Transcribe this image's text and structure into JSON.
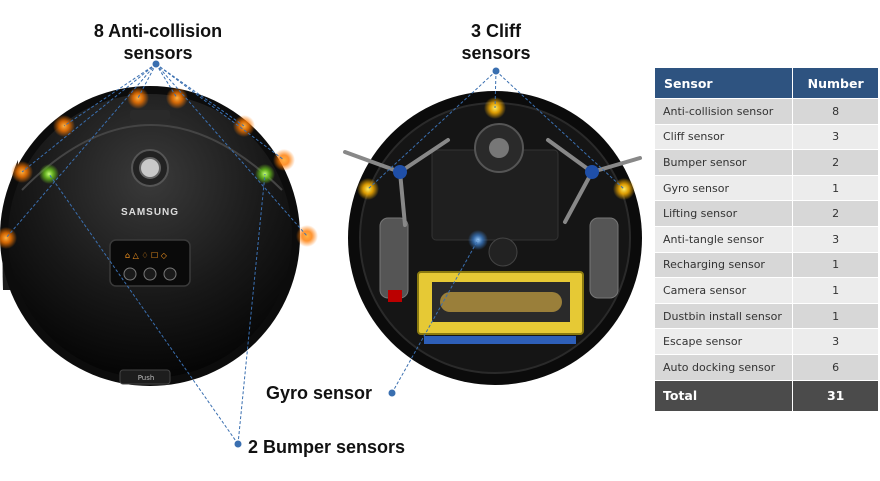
{
  "callouts": {
    "anti_collision": {
      "line1": "8 Anti-collision",
      "line2": "sensors"
    },
    "cliff": {
      "line1": "3 Cliff",
      "line2": "sensors"
    },
    "gyro": "Gyro sensor",
    "bumper": "2 Bumper sensors"
  },
  "robot_front": {
    "brand": "SAMSUNG",
    "push_label": "Push"
  },
  "table": {
    "headers": [
      "Sensor",
      "Number"
    ],
    "rows": [
      [
        "Anti-collision sensor",
        "8"
      ],
      [
        "Cliff sensor",
        "3"
      ],
      [
        "Bumper sensor",
        "2"
      ],
      [
        "Gyro sensor",
        "1"
      ],
      [
        "Lifting sensor",
        "2"
      ],
      [
        "Anti-tangle sensor",
        "3"
      ],
      [
        "Recharging sensor",
        "1"
      ],
      [
        "Camera sensor",
        "1"
      ],
      [
        "Dustbin install sensor",
        "1"
      ],
      [
        "Escape sensor",
        "3"
      ],
      [
        "Auto docking sensor",
        "6"
      ]
    ],
    "total_label": "Total",
    "total_value": "31"
  },
  "colors": {
    "sensor_orange": "#ff8c1a",
    "sensor_yellow": "#ffc400",
    "sensor_green": "#7ed321",
    "callout_line": "#3a6fb0",
    "header_blue": "#2e5380",
    "total_gray": "#4b4b4b"
  }
}
